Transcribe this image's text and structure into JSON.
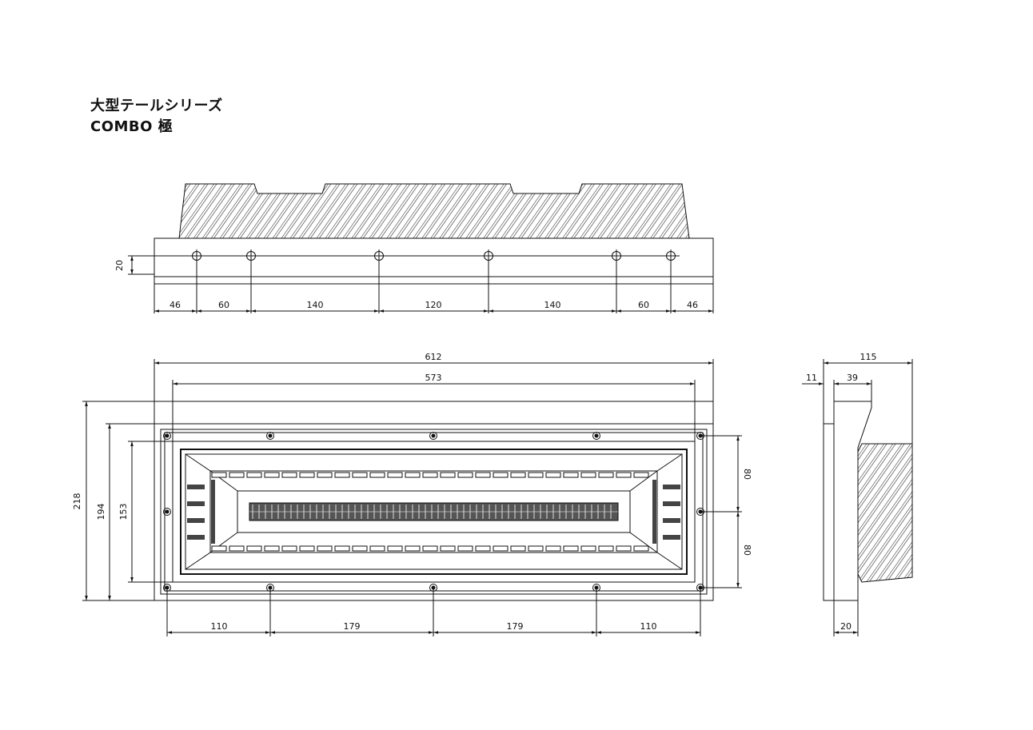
{
  "title": {
    "line1": "大型テールシリーズ",
    "line2": "COMBO 極"
  },
  "top_view": {
    "height_dim": "20",
    "spacing_dims": [
      "46",
      "60",
      "140",
      "120",
      "140",
      "60",
      "46"
    ]
  },
  "front_view": {
    "width_outer": "612",
    "width_inner": "573",
    "height_outer": "218",
    "height_mid": "194",
    "height_inner": "153",
    "right_dims": [
      "80",
      "80"
    ],
    "bottom_dims": [
      "110",
      "179",
      "179",
      "110"
    ]
  },
  "side_view": {
    "depth_total": "115",
    "flange": "11",
    "body": "39",
    "base": "20"
  }
}
